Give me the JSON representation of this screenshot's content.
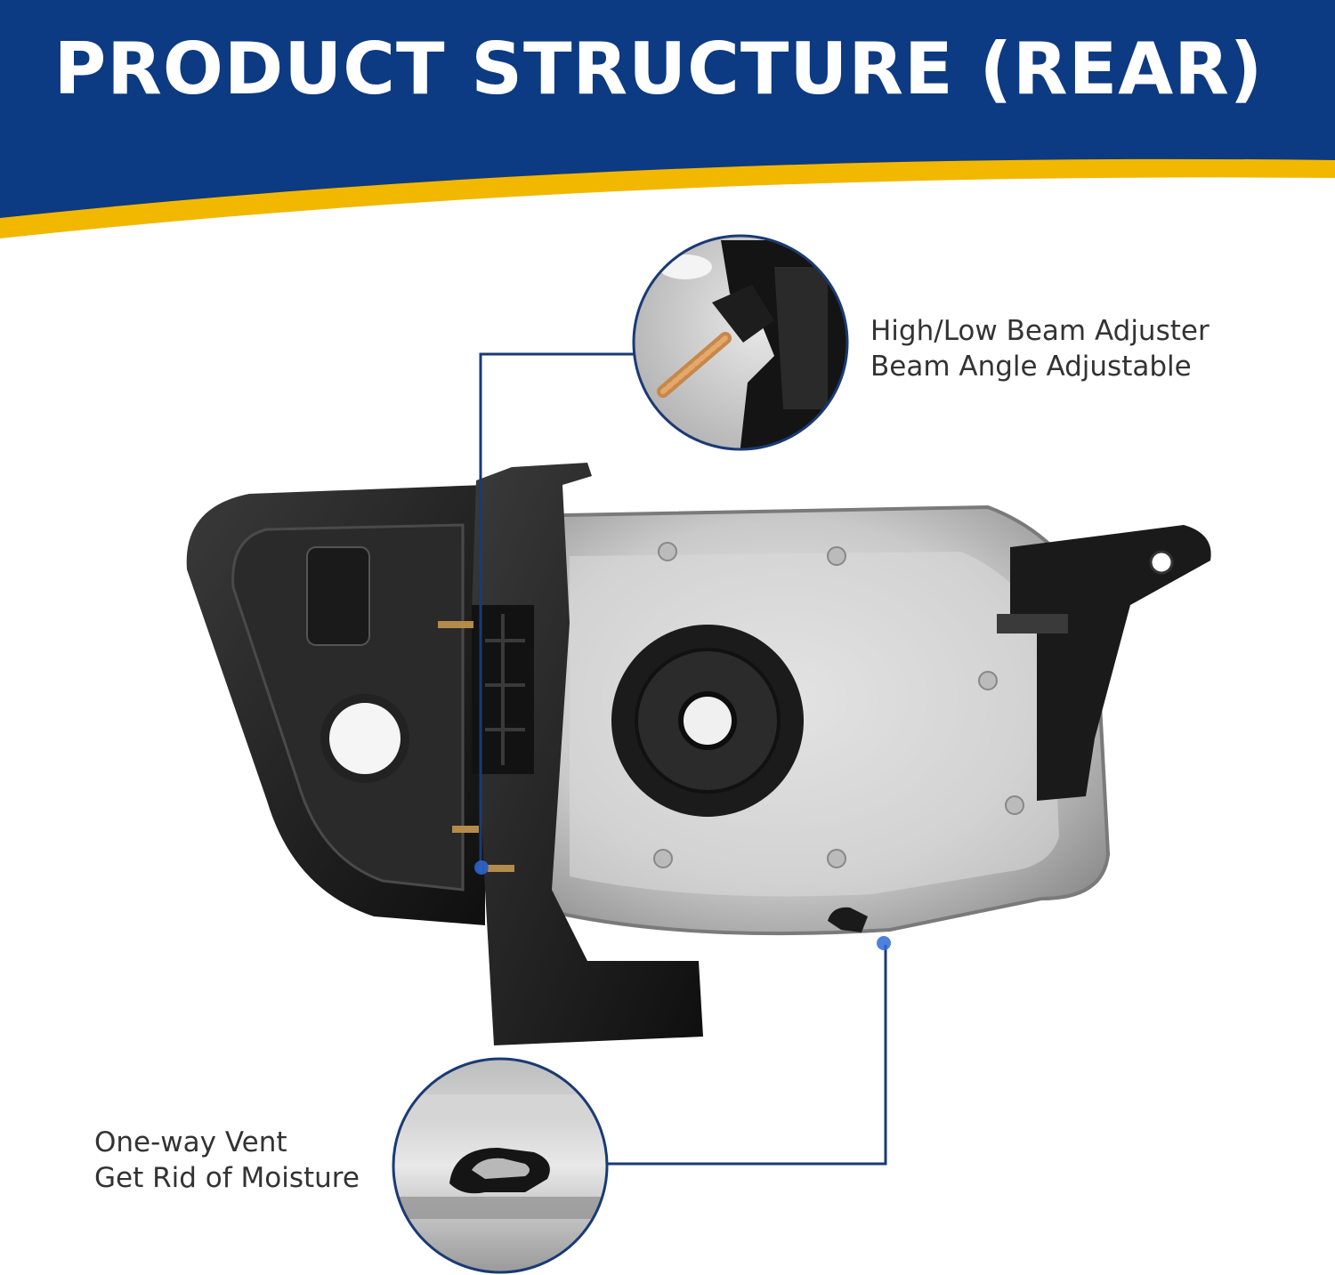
{
  "title": "PRODUCT STRUCTURE (REAR)",
  "colors": {
    "header_blue": "#0c3a83",
    "accent_yellow": "#f2b800",
    "callout_line": "#1a3a75",
    "text": "#333333"
  },
  "callouts": [
    {
      "id": "beam-adjuster",
      "lines": [
        "High/Low Beam Adjuster",
        "Beam Angle Adjustable"
      ]
    },
    {
      "id": "vent",
      "lines": [
        "One-way Vent",
        "Get Rid of Moisture"
      ]
    }
  ]
}
